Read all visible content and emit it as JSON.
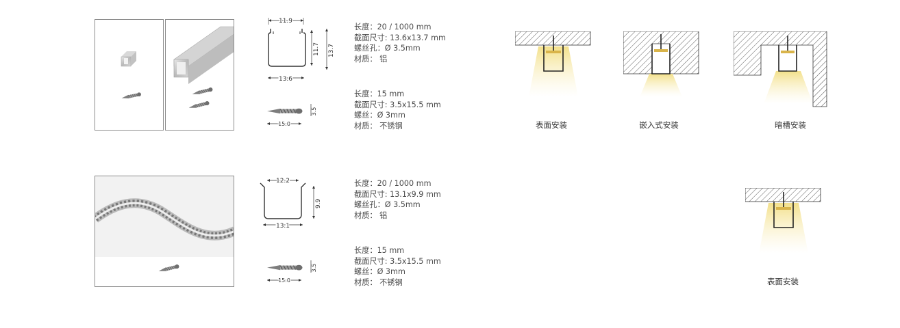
{
  "row1": {
    "profile": {
      "width_label": "11.9",
      "inner_height_label": "11.7",
      "outer_height_label": "13.7",
      "base_label": "13.6",
      "specs": [
        "长度：20 / 1000 mm",
        "截面尺寸: 13.6x13.7 mm",
        "螺丝孔：Ø 3.5mm",
        "材质：  铝"
      ]
    },
    "screw": {
      "length_label": "15.0",
      "dia_label": "3.5",
      "specs": [
        "长度：15 mm",
        "截面尺寸: 3.5x15.5 mm",
        "螺丝：Ø 3mm",
        "材质：  不锈钢"
      ]
    },
    "installs": [
      "表面安装",
      "嵌入式安装",
      "暗槽安装"
    ]
  },
  "row2": {
    "profile": {
      "width_label": "12.2",
      "height_label": "9.9",
      "base_label": "13.1",
      "specs": [
        "长度：20 / 1000 mm",
        "截面尺寸: 13.1x9.9 mm",
        "螺丝孔：Ø 3.5mm",
        "材质：  铝"
      ]
    },
    "screw": {
      "length_label": "15.0",
      "dia_label": "3.5",
      "specs": [
        "长度：15 mm",
        "截面尺寸: 3.5x15.5 mm",
        "螺丝：Ø 3mm",
        "材质：  不锈钢"
      ]
    },
    "installs": [
      "表面安装"
    ]
  },
  "colors": {
    "light": "#f5e7a0",
    "hatch": "#555555",
    "border": "#8a8a8a"
  }
}
